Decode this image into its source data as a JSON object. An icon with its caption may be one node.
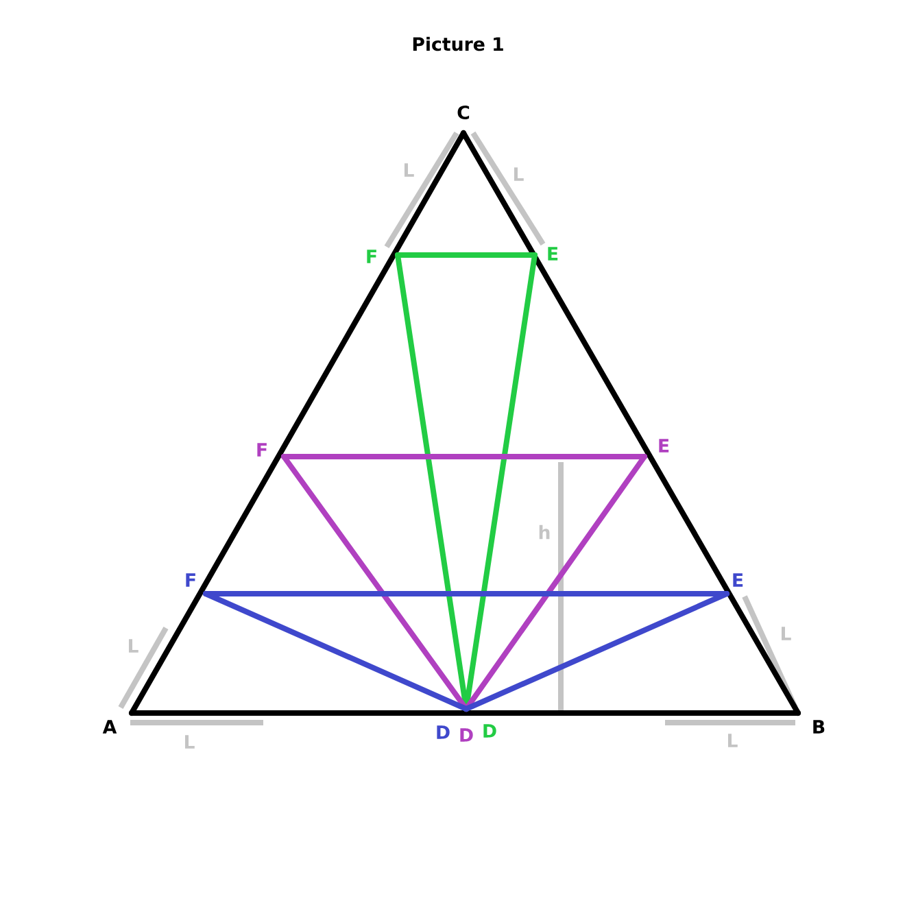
{
  "diagram": {
    "title": "Picture 1",
    "nodes": [
      {
        "text": [
          "C"
        ]
      },
      {
        "text": [
          "A"
        ]
      },
      {
        "text": [
          "B"
        ]
      },
      {
        "text": [
          "F"
        ]
      },
      {
        "text": [
          "E"
        ]
      },
      {
        "text": [
          "F"
        ]
      },
      {
        "text": [
          "E"
        ]
      },
      {
        "text": [
          "F"
        ]
      },
      {
        "text": [
          "E"
        ]
      },
      {
        "text": [
          "D"
        ]
      },
      {
        "text": [
          "D"
        ]
      },
      {
        "text": [
          "D"
        ]
      }
    ],
    "edges": [
      {
        "from": 1,
        "to": 2,
        "arrow": "none"
      },
      {
        "from": 2,
        "to": 0,
        "arrow": "none"
      },
      {
        "from": 0,
        "to": 1,
        "arrow": "none"
      },
      {
        "from": 3,
        "to": 4,
        "arrow": "none",
        "color": "#22cc44"
      },
      {
        "from": 3,
        "to": 11,
        "arrow": "none",
        "color": "#22cc44"
      },
      {
        "from": 4,
        "to": 11,
        "arrow": "none",
        "color": "#22cc44"
      },
      {
        "from": 5,
        "to": 6,
        "arrow": "none",
        "color": "#b040c0"
      },
      {
        "from": 5,
        "to": 10,
        "arrow": "none",
        "color": "#b040c0"
      },
      {
        "from": 6,
        "to": 10,
        "arrow": "none",
        "color": "#b040c0"
      },
      {
        "from": 7,
        "to": 8,
        "arrow": "none",
        "color": "#3f48cc"
      },
      {
        "from": 7,
        "to": 9,
        "arrow": "none",
        "color": "#3f48cc"
      },
      {
        "from": 8,
        "to": 9,
        "arrow": "none",
        "color": "#3f48cc"
      }
    ],
    "labels": [
      "L",
      "L",
      "h",
      "L",
      "L",
      "L",
      "L"
    ]
  }
}
